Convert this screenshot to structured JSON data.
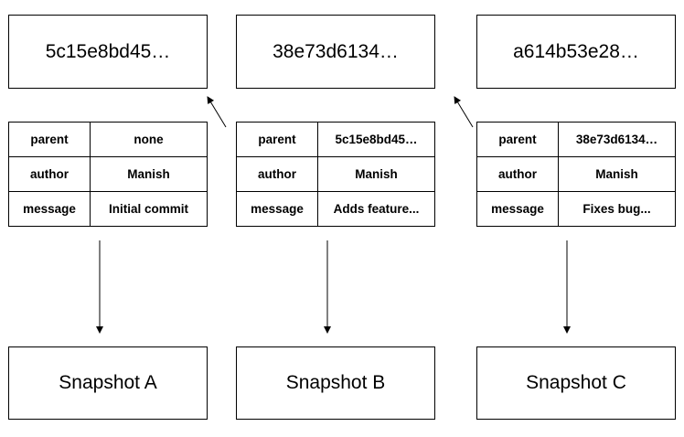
{
  "commits": [
    {
      "hash": "5c15e8bd45…",
      "rows": [
        {
          "key": "parent",
          "value": "none"
        },
        {
          "key": "author",
          "value": "Manish"
        },
        {
          "key": "message",
          "value": "Initial commit"
        }
      ],
      "snapshot": "Snapshot A"
    },
    {
      "hash": "38e73d6134…",
      "rows": [
        {
          "key": "parent",
          "value": "5c15e8bd45…"
        },
        {
          "key": "author",
          "value": "Manish"
        },
        {
          "key": "message",
          "value": "Adds feature..."
        }
      ],
      "snapshot": "Snapshot B"
    },
    {
      "hash": "a614b53e28…",
      "rows": [
        {
          "key": "parent",
          "value": "38e73d6134…"
        },
        {
          "key": "author",
          "value": "Manish"
        },
        {
          "key": "message",
          "value": "Fixes bug..."
        }
      ],
      "snapshot": "Snapshot C"
    }
  ]
}
